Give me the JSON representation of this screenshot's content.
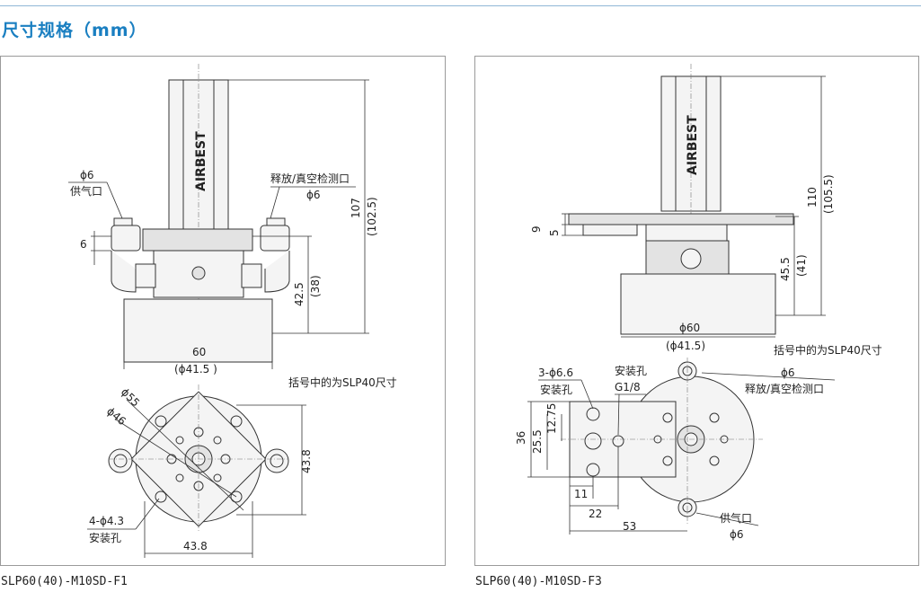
{
  "page": {
    "title": "尺寸规格（mm）",
    "brand": "AIRBEST"
  },
  "left": {
    "caption": "SLP60(40)-M10SD-F1",
    "supply_diam": "ϕ6",
    "supply_label": "供气口",
    "release_label": "释放/真空检测口",
    "release_diam": "ϕ6",
    "dim_total": "107",
    "dim_total_sub": "(102.5)",
    "dim_lower": "42.5",
    "dim_lower_sub": "(38)",
    "dim_port": "6",
    "dim_width": "60",
    "dim_width_sub": "(ϕ41.5 )",
    "note": "括号中的为SLP40尺寸",
    "dim_d55": "ϕ55",
    "dim_d46": "ϕ46",
    "dim_side": "43.8",
    "dim_bottom": "43.8",
    "holes": "4-ϕ4.3",
    "holes_label": "安装孔"
  },
  "right": {
    "caption": "SLP60(40)-M10SD-F3",
    "dim_9": "9",
    "dim_5": "5",
    "dim_total": "110",
    "dim_total_sub": "(105.5)",
    "dim_lower": "45.5",
    "dim_lower_sub": "(41)",
    "dim_width": "ϕ60",
    "dim_width_sub": "(ϕ41.5)",
    "note": "括号中的为SLP40尺寸",
    "holes": "3-ϕ6.6",
    "holes_label": "安装孔",
    "thread_label": "安装孔",
    "thread": "G1/8",
    "release_diam": "ϕ6",
    "release_label": "释放/真空检测口",
    "dim_36": "36",
    "dim_25_5": "25.5",
    "dim_12_75": "12.75",
    "dim_11": "11",
    "dim_22": "22",
    "dim_53": "53",
    "supply_label": "供气口",
    "supply_diam": "ϕ6"
  }
}
